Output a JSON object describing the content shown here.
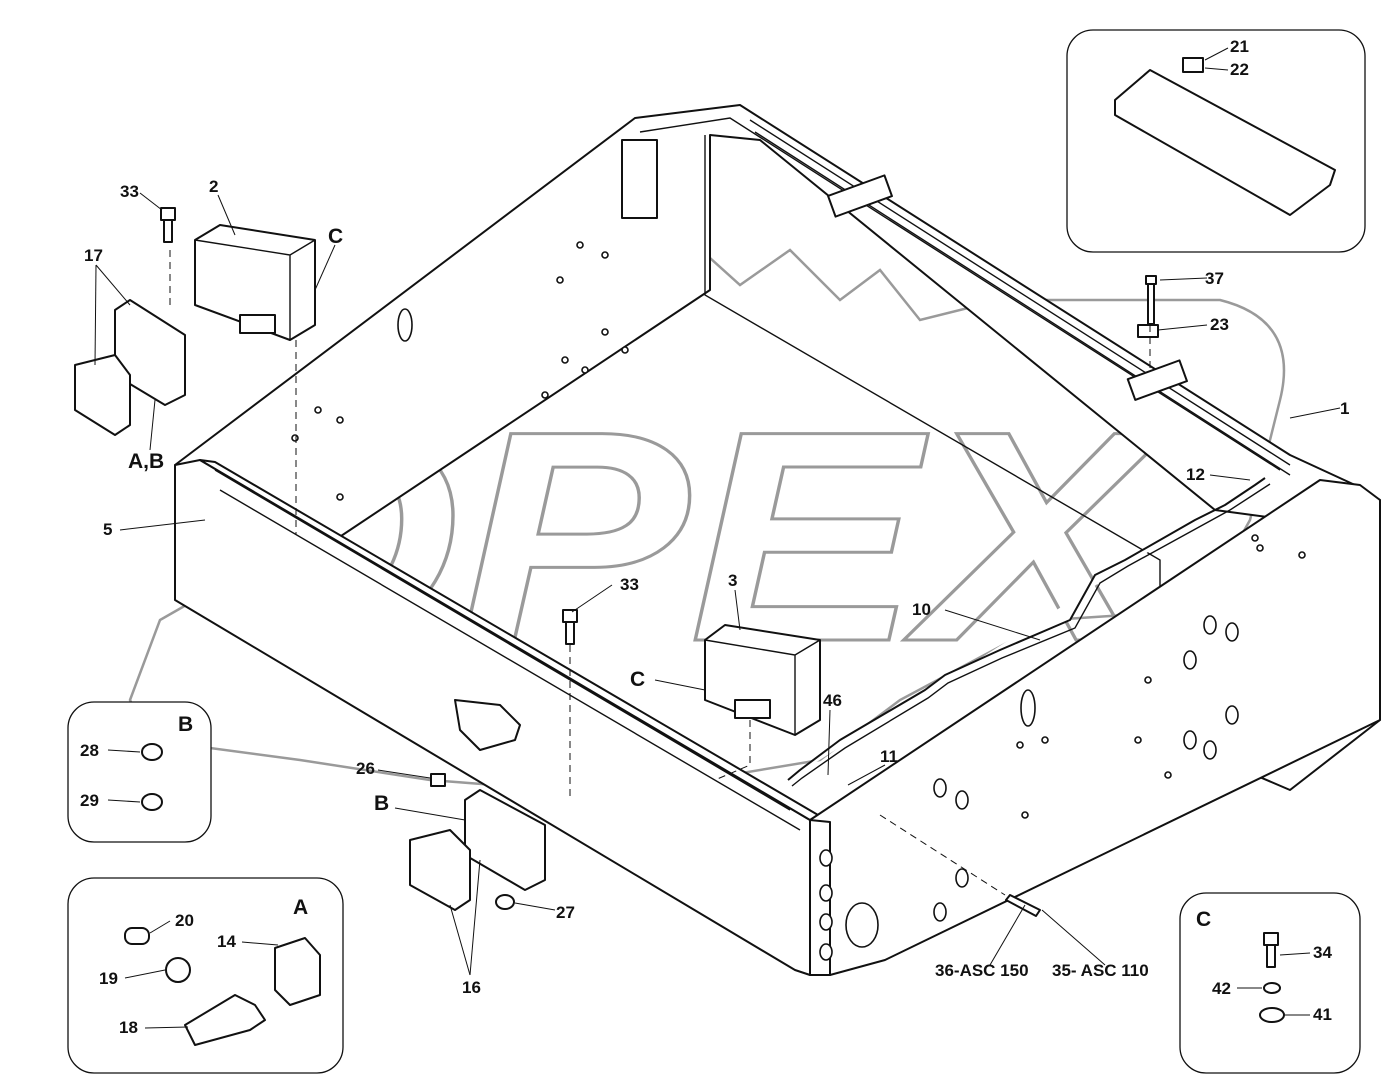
{
  "watermark": "OPEX",
  "callouts": {
    "p1": "1",
    "p2": "2",
    "p3": "3",
    "p5": "5",
    "p10": "10",
    "p11": "11",
    "p12": "12",
    "p14": "14",
    "p16": "16",
    "p17": "17",
    "p18": "18",
    "p19": "19",
    "p20": "20",
    "p21": "21",
    "p22": "22",
    "p23": "23",
    "p26": "26",
    "p27": "27",
    "p28": "28",
    "p29": "29",
    "p33a": "33",
    "p33b": "33",
    "p34": "34",
    "p35": "35- ASC 110",
    "p36": "36-ASC 150",
    "p37": "37",
    "p41": "41",
    "p42": "42",
    "p46": "46",
    "cA": "C",
    "cB": "C",
    "ab": "A,B",
    "b": "B"
  },
  "insets": {
    "a": "A",
    "b": "B",
    "c": "C"
  }
}
